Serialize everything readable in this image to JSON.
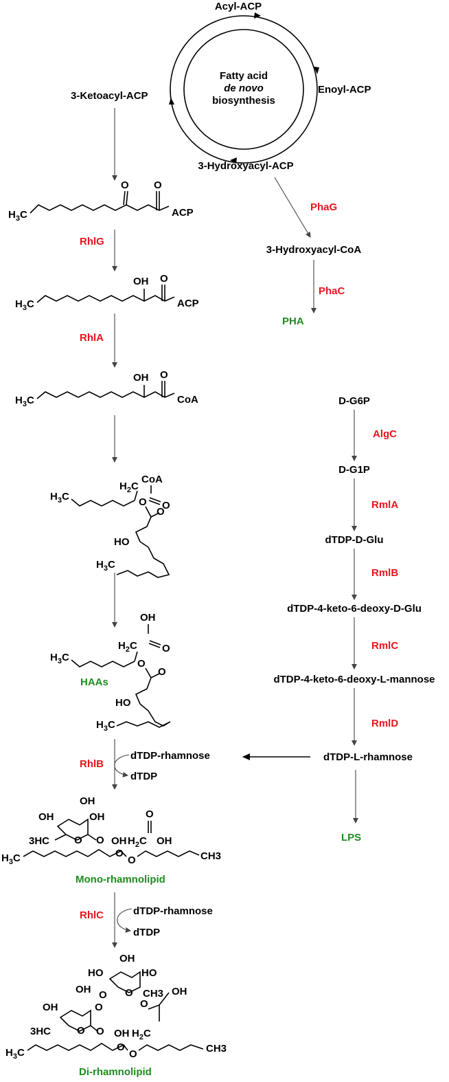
{
  "cycle": {
    "top": "Acyl-ACP",
    "right": "Enoyl-ACP",
    "bottom": "3-Hydroxyacyl-ACP",
    "left": "3-Ketoacyl-ACP",
    "center_line1": "Fatty acid",
    "center_line2": "de novo",
    "center_line3": "biosynthesis"
  },
  "enzymes": {
    "rhlG": "RhlG",
    "rhlA": "RhlA",
    "rhlB": "RhlB",
    "rhlC": "RhlC",
    "phaG": "PhaG",
    "phaC": "PhaC",
    "algC": "AlgC",
    "rmlA": "RmlA",
    "rmlB": "RmlB",
    "rmlC": "RmlC",
    "rmlD": "RmlD"
  },
  "metabolites": {
    "hydroxyacyl_coa": "3-Hydroxyacyl-CoA",
    "pha": "PHA",
    "g6p": "D-G6P",
    "g1p": "D-G1P",
    "dtdp_glu": "dTDP-D-Glu",
    "dtdp_keto_glu": "dTDP-4-keto-6-deoxy-D-Glu",
    "dtdp_keto_man": "dTDP-4-keto-6-deoxy-L-mannose",
    "dtdp_rha": "dTDP-L-rhamnose",
    "lps": "LPS",
    "haas": "HAAs",
    "mono_rl": "Mono-rhamnolipid",
    "di_rl": "Di-rhamnolipid",
    "cosub_rhamnose_1": "dTDP-rhamnose",
    "coprod_dtdp_1": "dTDP",
    "cosub_rhamnose_2": "dTDP-rhamnose",
    "coprod_dtdp_2": "dTDP"
  },
  "chem": {
    "h3c": "H",
    "sub3": "3",
    "c": "C",
    "ch": "CH",
    "o": "O",
    "oh": "OH",
    "ho": "HO",
    "acp": "ACP",
    "coa": "CoA",
    "h2c": "H",
    "sub2": "2",
    "hc3": "3HC",
    "ch3": "CH3",
    "oh2c": "OH"
  }
}
